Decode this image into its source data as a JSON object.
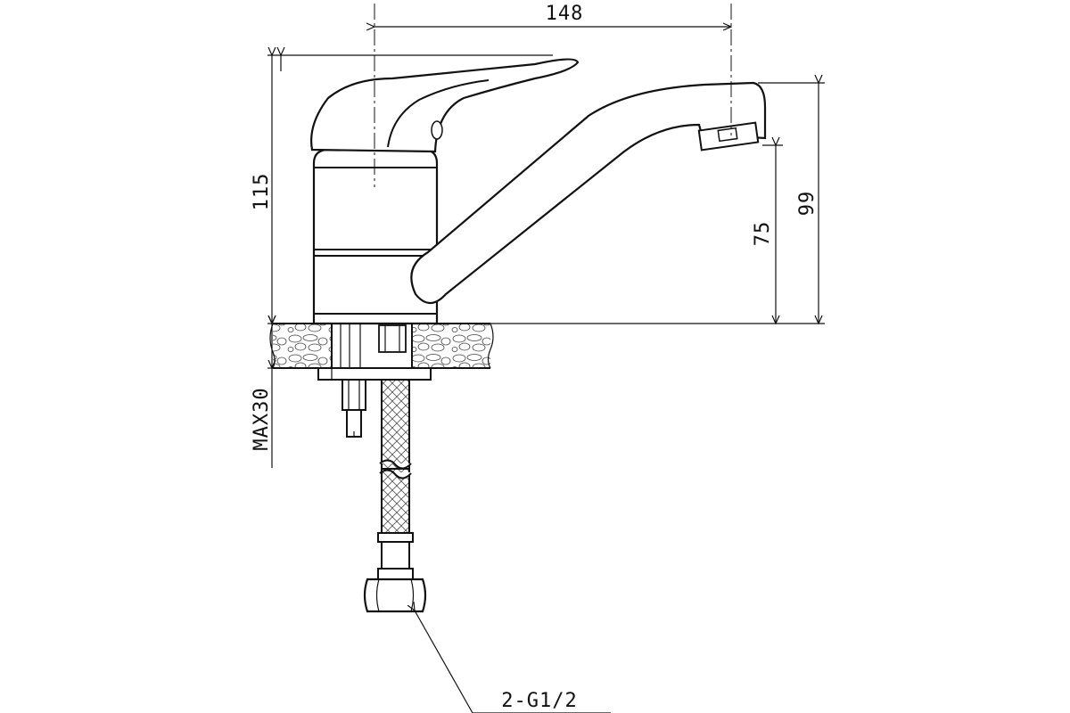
{
  "drawing": {
    "dimensions": {
      "spout_reach": "148",
      "total_height": "115",
      "spout_height_top": "99",
      "spout_height_outlet": "75",
      "max_mount_thickness": "MAX30",
      "connection_thread": "2-G1/2"
    }
  }
}
